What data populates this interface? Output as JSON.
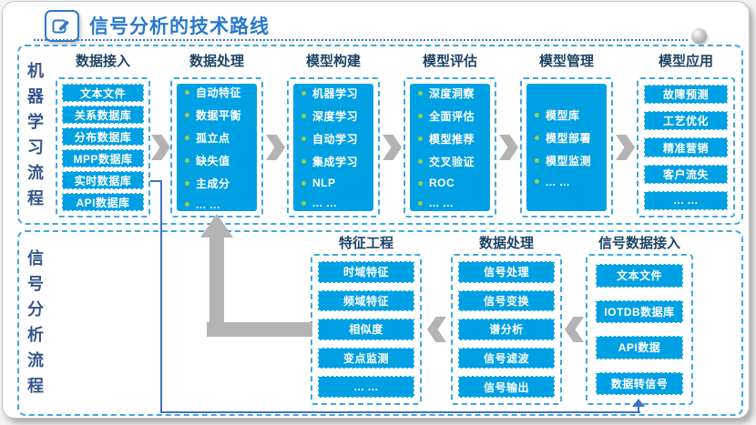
{
  "title": {
    "text": "信号分析的技术路线"
  },
  "ml": {
    "label": "机器学习流程",
    "columns": [
      {
        "header": "数据接入",
        "items": [
          "文本文件",
          "关系数据库",
          "分布数据库",
          "MPP数据库",
          "实时数据库",
          "API数据库"
        ]
      },
      {
        "header": "数据处理",
        "items": [
          "自动特征",
          "数据平衡",
          "孤立点",
          "缺失值",
          "主成分",
          "... ..."
        ]
      },
      {
        "header": "模型构建",
        "items": [
          "机器学习",
          "深度学习",
          "自动学习",
          "集成学习",
          "NLP",
          "... ..."
        ]
      },
      {
        "header": "模型评估",
        "items": [
          "深度洞察",
          "全面评估",
          "模型推荐",
          "交叉验证",
          "ROC",
          "... ..."
        ]
      },
      {
        "header": "模型管理",
        "items": [
          "模型库",
          "模型部署",
          "模型监测",
          "... ..."
        ]
      },
      {
        "header": "模型应用",
        "items": [
          "故障预测",
          "工艺优化",
          "精准营销",
          "客户流失",
          "... ..."
        ]
      }
    ]
  },
  "signal": {
    "label": "信号分析流程",
    "columns": [
      {
        "header": "特征工程",
        "items": [
          "时域特征",
          "频域特征",
          "相似度",
          "变点监测",
          "... ..."
        ]
      },
      {
        "header": "数据处理",
        "items": [
          "信号处理",
          "信号变换",
          "谱分析",
          "信号滤波",
          "信号输出"
        ]
      },
      {
        "header": "信号数据接入",
        "items": [
          "文本文件",
          "IOTDB数据库",
          "API数据",
          "数据转信号"
        ]
      }
    ]
  },
  "colors": {
    "box_blue": "#00A0E4",
    "title_blue": "#2878CC",
    "header_navy": "#1F4466",
    "dashed_border_blue": "#3FA7E0",
    "arrow_gray": "#B3B3B3",
    "bullet_green": "#92D050",
    "connector_blue": "#4472C4",
    "vertical_label_blue": "#35558C"
  }
}
